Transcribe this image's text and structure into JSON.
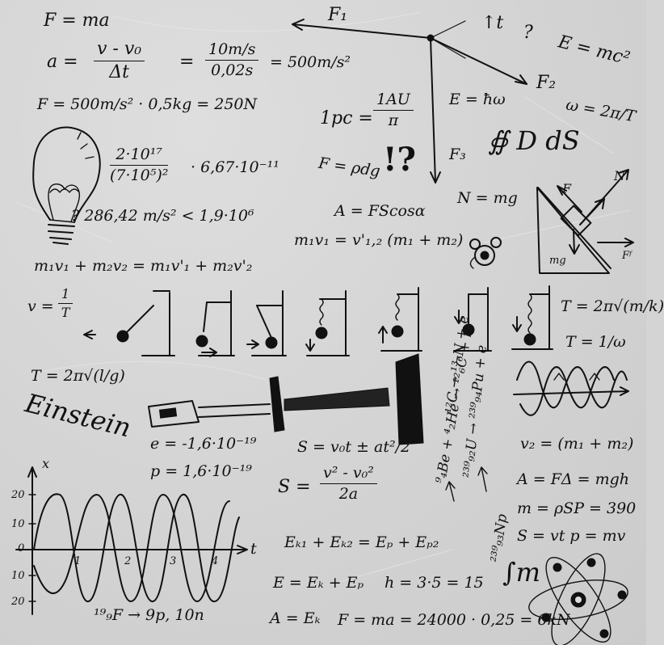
{
  "formulas": {
    "newton": "F = ma",
    "accel_lhs": "a =",
    "accel_num": "v - v₀",
    "accel_den": "Δt",
    "accel_eq1": "=",
    "accel_num2": "10m/s",
    "accel_den2": "0,02s",
    "accel_result": "= 500m/s²",
    "force_calc": "F = 500m/s² · 0,5kg = 250N",
    "parsec_lhs": "1pc =",
    "parsec_num": "1AU",
    "parsec_den": "π",
    "energy_photon": "E = ħω",
    "einstein_e": "E = mc²",
    "omega": "ω = 2π/T",
    "sci_num": "2·10¹⁷",
    "sci_den": "(7·10⁵)²",
    "sci_mult": "· 6,67·10⁻¹¹",
    "buoyancy": "F = ρdg",
    "exclaim": "!?",
    "weight": "N = mg",
    "work": "A = FScosα",
    "compare": "?   286,42 m/s² < 1,9·10⁶",
    "inelastic": "m₁v₁ = v'₁,₂ (m₁ + m₂)",
    "momentum": "m₁v₁ + m₂v₂ = m₁v'₁ + m₂v'₂",
    "freq_lhs": "v =",
    "freq_num": "1",
    "freq_den": "T",
    "period_spring": "T = 2π√(m/k)",
    "period_omega": "T = 1/ω",
    "period_pendulum": "T = 2π√(l/g)",
    "einstein_name": "Einstein",
    "electron_charge": "e = -1,6·10⁻¹⁹",
    "proton_charge": "p = 1,6·10⁻¹⁹",
    "distance": "S = v₀t ± at²/2",
    "distance2_lhs": "S =",
    "distance2_num": "v² - v₀²",
    "distance2_den": "2a",
    "decay_1": "¹²C → ¹³₆N + e",
    "decay_2": "²³⁹₉₂U → ²³⁹₉₄Pu + e",
    "decay_3": "⁹₄Be + ⁴₂He → ¹²₆C + n",
    "decay_4": "²³⁹₉₃Np",
    "velocity_combined": "v₂ = (m₁ + m₂)",
    "work_mgh": "A = FΔ = mgh",
    "mass_density": "m = ρSP = 390",
    "dist_momentum": "S = vt    p = mv",
    "energy_sum": "Eₖ₁ + Eₖ₂ = Eₚ + Eₚ₂",
    "energy_total": "E = Eₖ + Eₚ",
    "multiply": "h = 3·5 = 15",
    "fluorine": "¹⁹₉F → 9p, 10n",
    "work_energy": "A = Eₖ",
    "force_final": "F = ma = 24000 · 0,25 = 6kN",
    "integral": "∯ D dS",
    "integral_small": "∫m",
    "qmark_top": "?",
    "arrow_up_label": "↑t"
  },
  "graph": {
    "y_axis_label": "x",
    "x_axis_label": "t",
    "y_ticks": [
      "20",
      "10",
      "0",
      "10",
      "20"
    ],
    "x_ticks": [
      "1",
      "2",
      "3",
      "4"
    ]
  },
  "vectors": {
    "f1": "F₁",
    "f2": "F₂",
    "f3": "F₃"
  },
  "incline": {
    "force": "F",
    "normal": "N",
    "gravity": "mg",
    "friction": "Fᶠ"
  }
}
